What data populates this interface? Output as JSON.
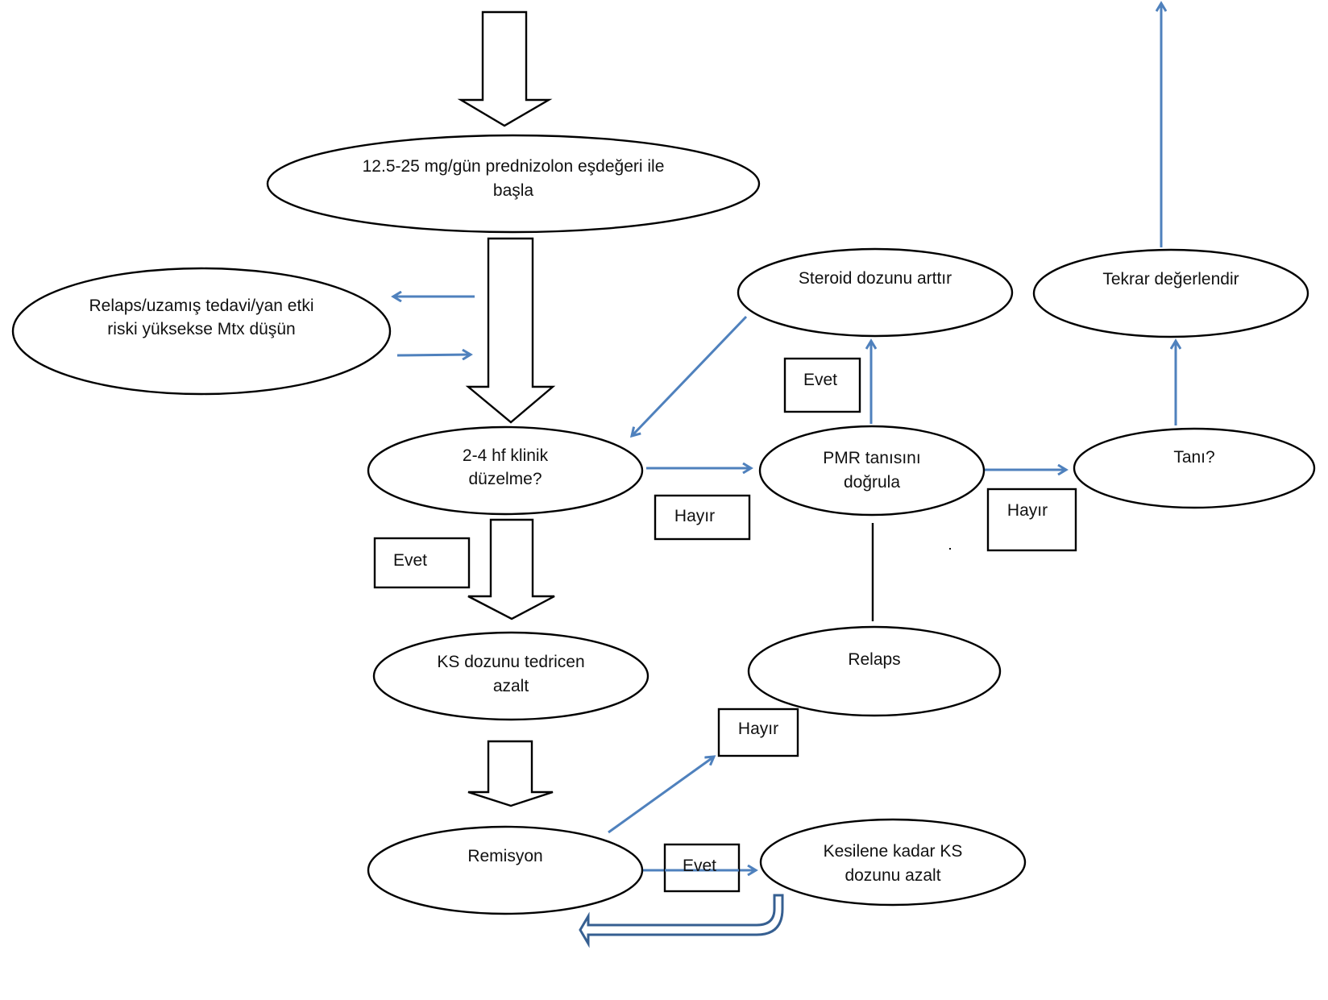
{
  "colors": {
    "connector_blue": "#4f81bd",
    "uturn_dark_blue": "#365f91",
    "outline": "#000000",
    "background": "#ffffff"
  },
  "nodes": {
    "start": [
      "12.5-25 mg/gün prednizolon eşdeğeri ile",
      "başla"
    ],
    "mtx": [
      "Relaps/uzamış tedavi/yan etki",
      "riski yüksekse Mtx düşün"
    ],
    "clinical": [
      "2-4 hf klinik",
      "düzelme?"
    ],
    "ks_taper": [
      "KS dozunu tedricen",
      "azalt"
    ],
    "remission": [
      "Remisyon"
    ],
    "stop_ks": [
      "Kesilene kadar KS",
      "dozunu azalt"
    ],
    "pmr": [
      "PMR tanısını",
      "doğrula"
    ],
    "steroid_up": [
      "Steroid dozunu arttır"
    ],
    "relapse": [
      "Relaps"
    ],
    "reassess": [
      "Tekrar değerlendir"
    ],
    "diagnosis": [
      "Tanı?"
    ]
  },
  "labels": {
    "evet_steroid": "Evet",
    "evet_clinical": "Evet",
    "evet_remission": "Evet",
    "hayir_clinical": "Hayır",
    "hayir_pmr": "Hayır",
    "hayir_remission": "Hayır"
  }
}
